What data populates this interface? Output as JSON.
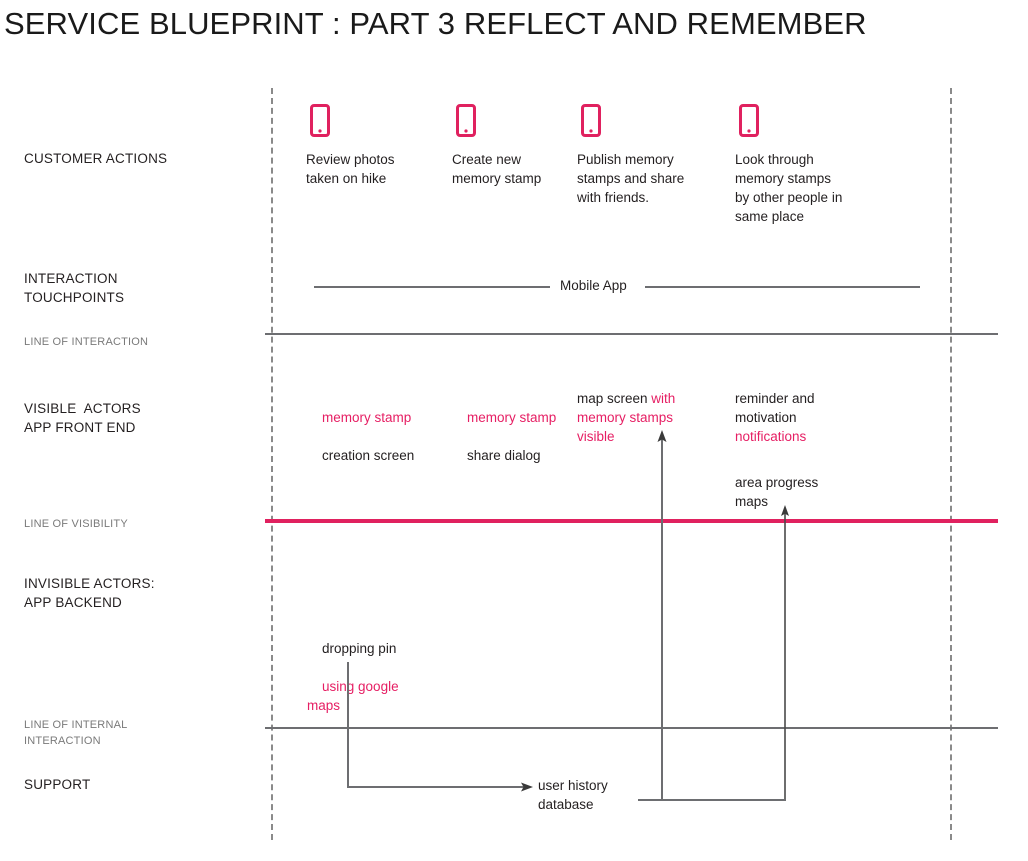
{
  "title": "SERVICE BLUEPRINT : PART 3 REFLECT AND REMEMBER",
  "colors": {
    "accent_pink": "#e0215f",
    "text_dark": "#231f20",
    "line_gray": "#6d6e71",
    "muted_gray": "#7a7a7a"
  },
  "rows": {
    "customer_actions": "CUSTOMER ACTIONS",
    "interaction_touchpoints_line1": "INTERACTION",
    "interaction_touchpoints_line2": "TOUCHPOINTS",
    "line_of_interaction": "LINE OF INTERACTION",
    "visible_actors_line1": "VISIBLE  ACTORS",
    "visible_actors_line2": "APP FRONT END",
    "line_of_visibility": "LINE OF VISIBILITY",
    "invisible_actors_line1": "INVISIBLE ACTORS:",
    "invisible_actors_line2": "APP BACKEND",
    "line_of_internal_line1": "LINE OF INTERNAL",
    "line_of_internal_line2": "INTERACTION",
    "support": "SUPPORT"
  },
  "customer_actions": [
    {
      "icon": "mobile-phone-icon",
      "text": "Review photos\ntaken on hike"
    },
    {
      "icon": "mobile-phone-icon",
      "text": "Create new\nmemory stamp"
    },
    {
      "icon": "mobile-phone-icon",
      "text": "Publish memory\nstamps and share\nwith friends."
    },
    {
      "icon": "mobile-phone-icon",
      "text": "Look through\nmemory stamps\nby other people in\nsame place"
    }
  ],
  "touchpoints": {
    "label": "Mobile App"
  },
  "front_end": [
    {
      "pink_first": "memory stamp",
      "dark_rest": "creation screen"
    },
    {
      "pink_first": "memory stamp",
      "dark_rest": "share dialog"
    },
    {
      "dark_first": "map screen ",
      "pink_rest": "with\nmemory stamps\nvisible"
    },
    {
      "dark_first": "reminder and\nmotivation\n",
      "pink_rest": "notifications"
    }
  ],
  "front_end_extra": {
    "area_progress_maps": "area progress\nmaps"
  },
  "backend": {
    "dropping_pin_dark": "dropping pin",
    "dropping_pin_pink": "using google\nmaps"
  },
  "support_items": {
    "user_history_database": "user history\ndatabase"
  }
}
